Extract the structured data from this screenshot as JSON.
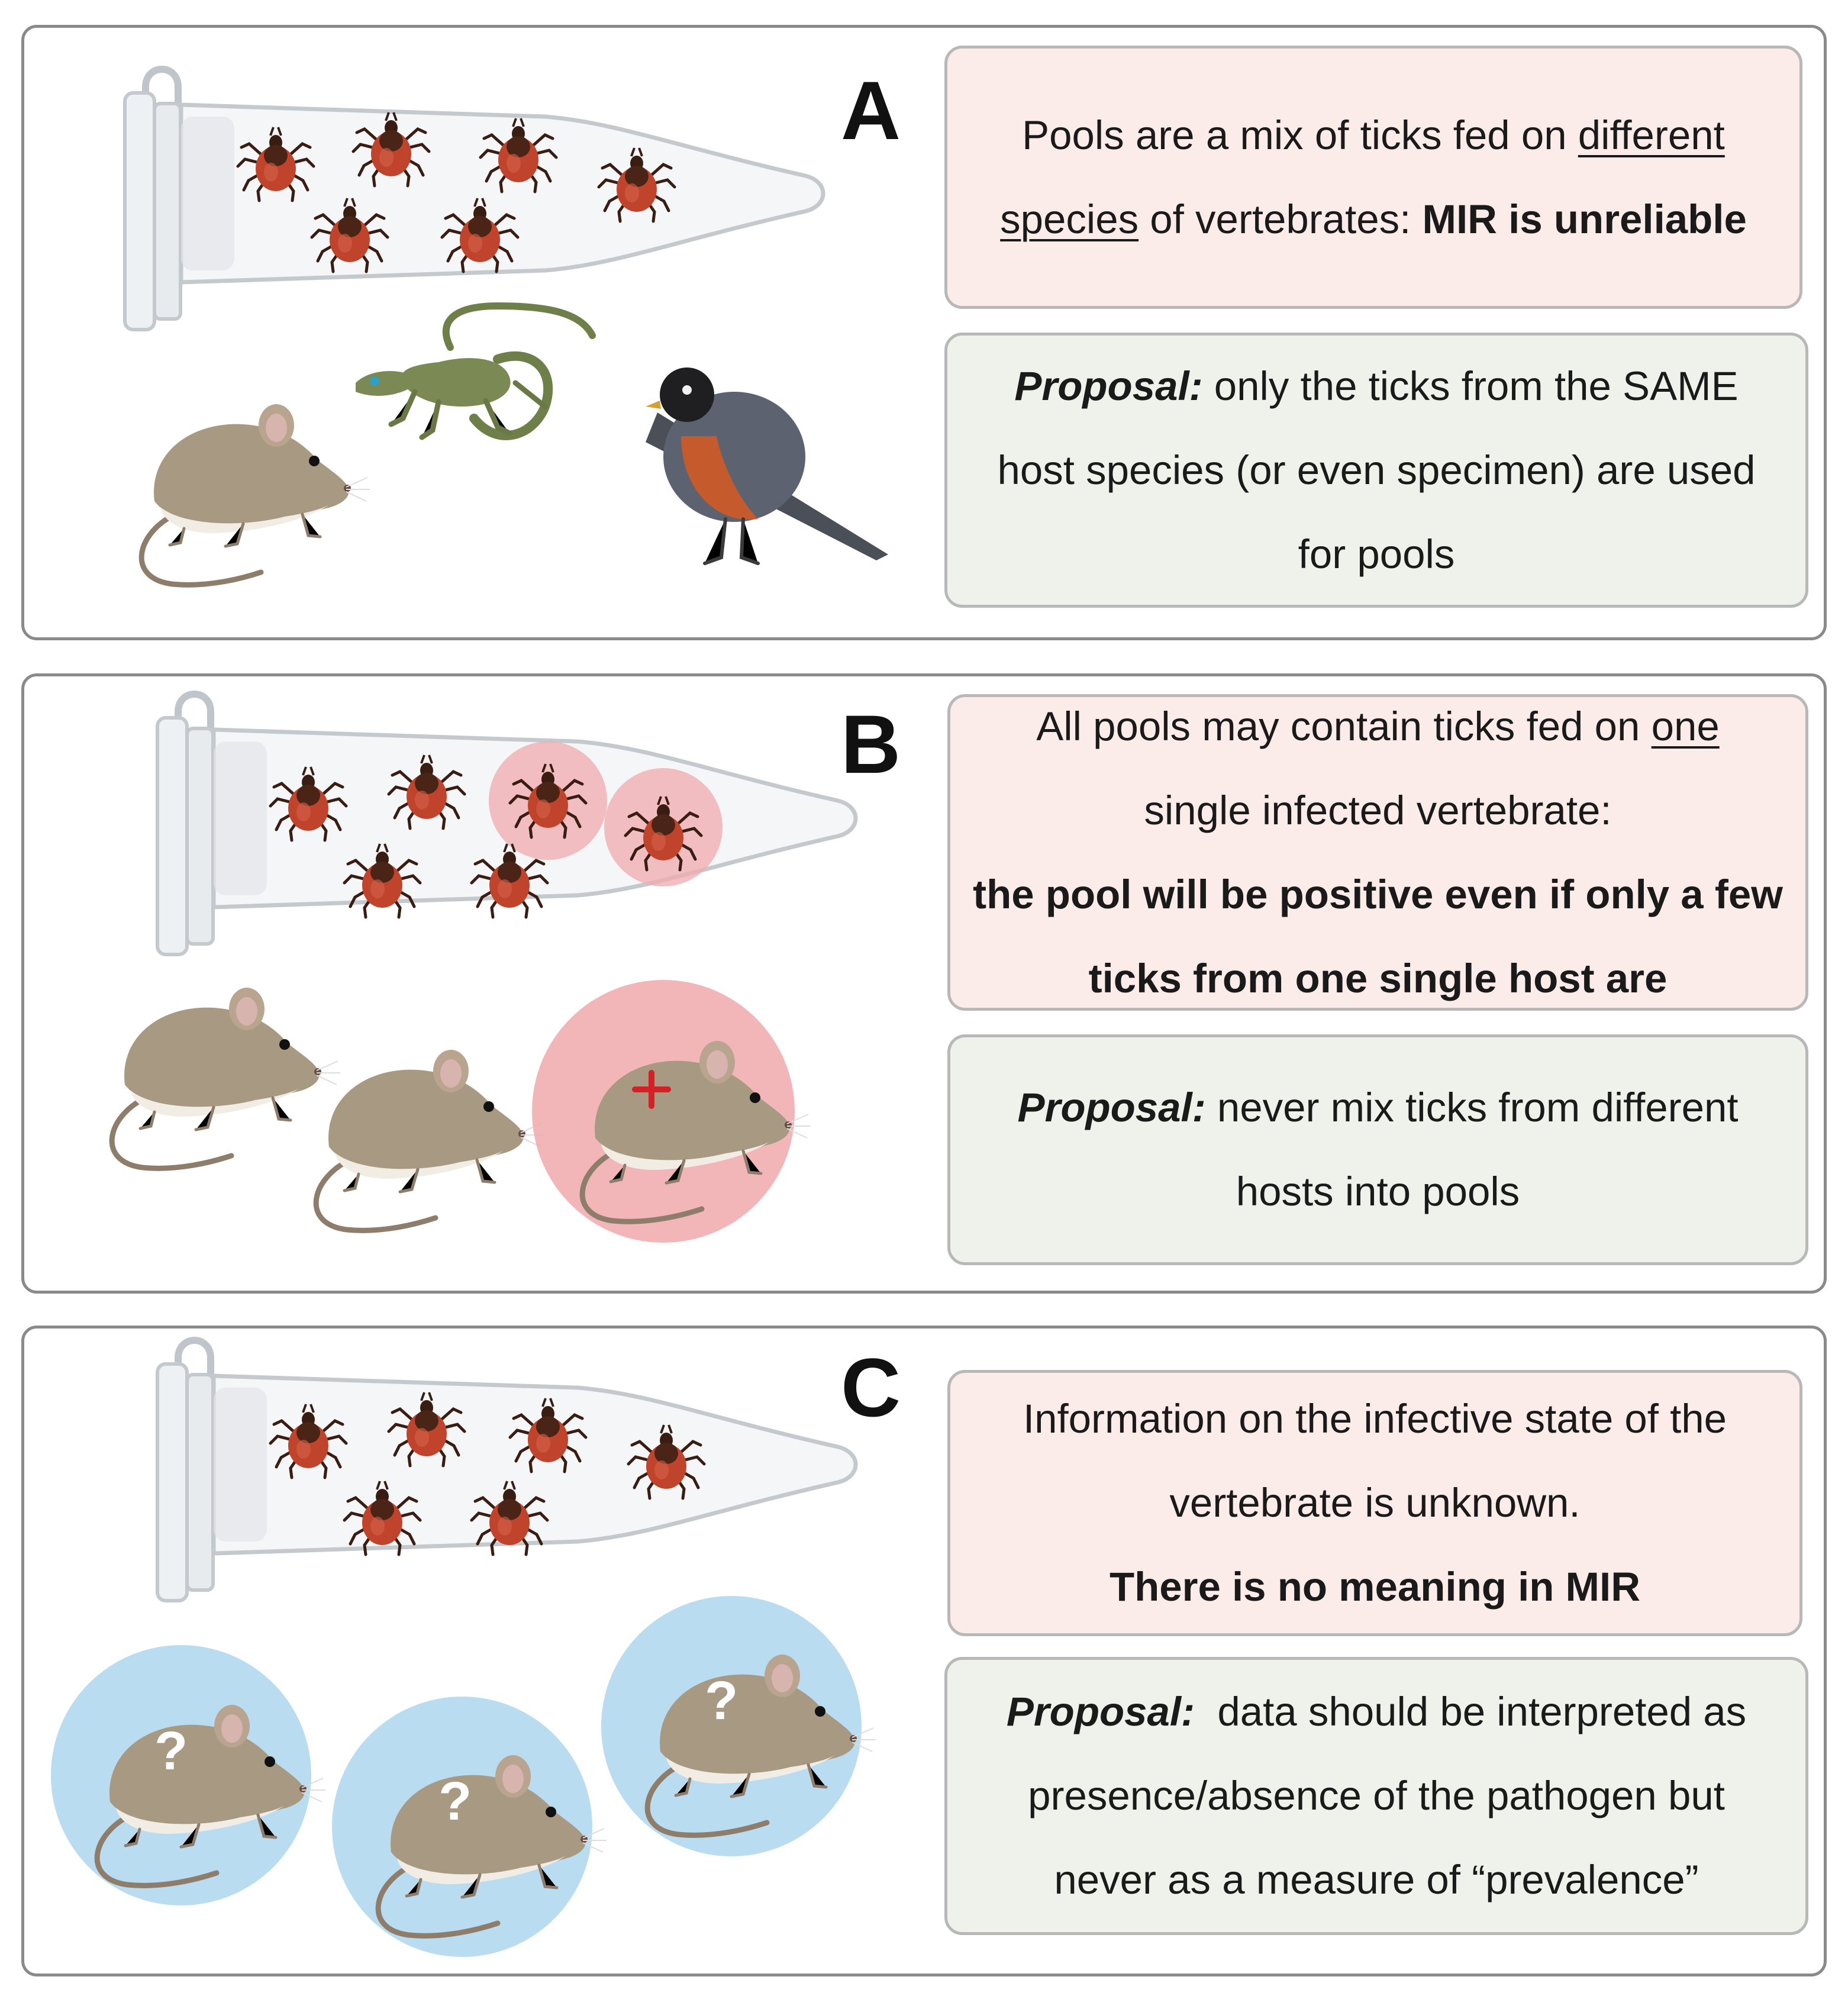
{
  "panels": [
    {
      "letter": "A",
      "problem": {
        "t1": "Pools are a mix of ticks fed on ",
        "t2": "different",
        "t3": "species",
        "t4": " of vertebrates: ",
        "t5": "MIR is unreliable"
      },
      "proposal": {
        "label": "Proposal:",
        "l1": " only the ticks from the SAME",
        "l2": "host species (or even specimen) are used",
        "l3": "for pools"
      }
    },
    {
      "letter": "B",
      "problem": {
        "t1": "All pools may contain ticks fed on ",
        "t2": "one",
        "t3": "single infected vertebrate:",
        "t4": "the pool will be positive even if only a few",
        "t5": "ticks from one single host are"
      },
      "proposal": {
        "label": "Proposal:",
        "l1": " never mix ticks from different",
        "l2": "hosts into pools"
      }
    },
    {
      "letter": "C",
      "problem": {
        "t1": "Information on the infective state of the",
        "t2": "vertebrate is unknown.",
        "t3": "There is no meaning in MIR"
      },
      "proposal": {
        "label": "Proposal:",
        "l1": "  data should be interpreted as",
        "l2": "presence/absence of the pathogen but",
        "l3": "never as a measure of “prevalence”"
      }
    }
  ],
  "colors": {
    "problem_bg": "#fbecea",
    "proposal_bg": "#eef2ea",
    "infected_highlight": "#f0a9ad",
    "unknown_highlight": "#b9dcf1",
    "tick_body": "#c0442b",
    "mouse_fur": "#a89a82"
  },
  "icons": {
    "tube": "collection-tube-icon",
    "tick": "tick-icon",
    "mouse": "mouse-icon",
    "lizard": "lizard-icon",
    "bird": "robin-icon",
    "infected_marker": "red-plus-icon",
    "unknown_marker": "question-mark-icon"
  }
}
